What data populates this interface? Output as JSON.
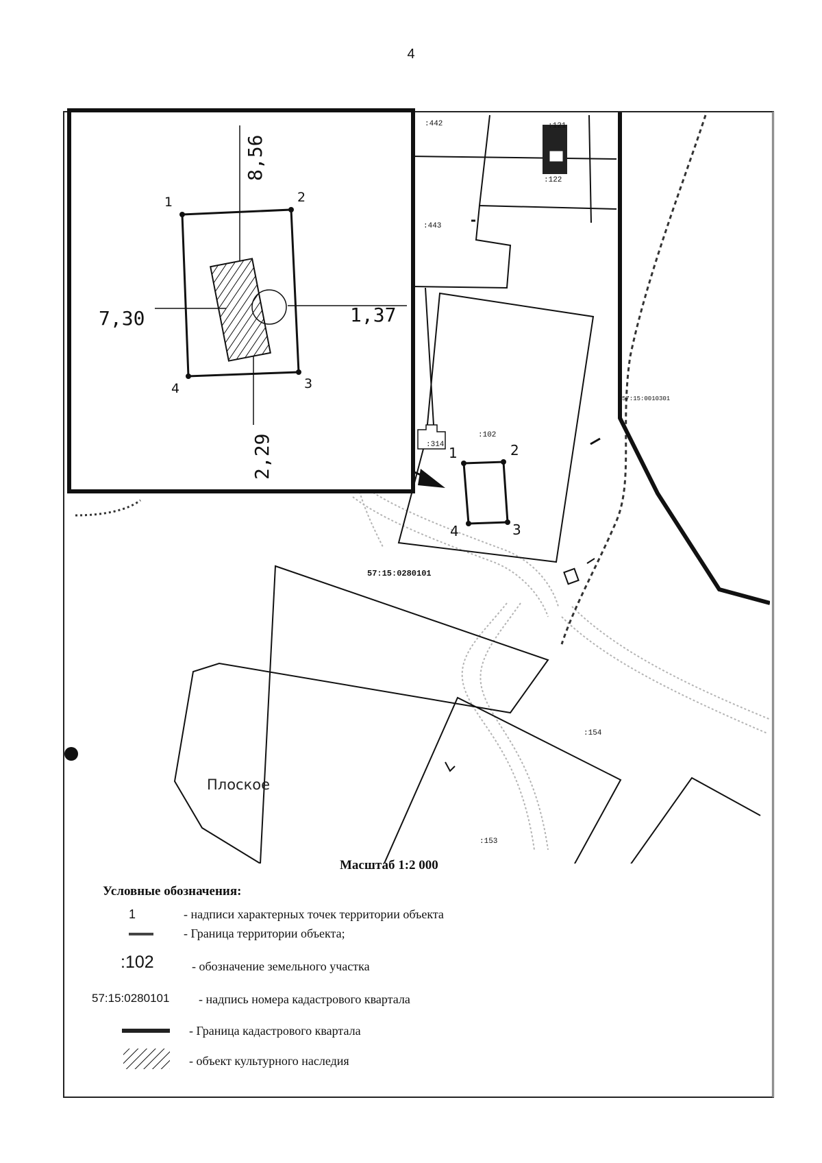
{
  "page_number": "4",
  "map": {
    "settlement_label": "Плоское",
    "parcel_labels": {
      "p442": ":442",
      "p121": ":121",
      "p122": ":122",
      "p443": ":443",
      "p314": ":314",
      "p102": ":102",
      "p154": ":154",
      "p153": ":153"
    },
    "quarter_labels": {
      "main": "57:15:0280101",
      "east": "57:15:0010301"
    },
    "point_labels": [
      "1",
      "2",
      "3",
      "4"
    ],
    "scale_label": "Масштаб 1:2 000"
  },
  "inset": {
    "point_labels": [
      "1",
      "2",
      "3",
      "4"
    ],
    "distances": {
      "top": "8,56",
      "left": "7,30",
      "right": "1,37",
      "bottom": "2,29"
    }
  },
  "legend": {
    "title": "Условные обозначения:",
    "items": [
      {
        "symbol_text": "1",
        "text": "- надписи характерных точек территории объекта"
      },
      {
        "symbol_text": "",
        "text": "- Граница территории объекта;"
      },
      {
        "symbol_text": ":102",
        "text": "- обозначение земельного участка"
      },
      {
        "symbol_text": "57:15:0280101",
        "text": "- надпись номера кадастрового квартала"
      },
      {
        "symbol_text": "",
        "text": "- Граница кадастрового квартала"
      },
      {
        "symbol_text": "",
        "text": "- объект культурного наследия"
      }
    ]
  },
  "colors": {
    "ink": "#111111",
    "road": "#aaaaaa",
    "border": "#222222"
  }
}
